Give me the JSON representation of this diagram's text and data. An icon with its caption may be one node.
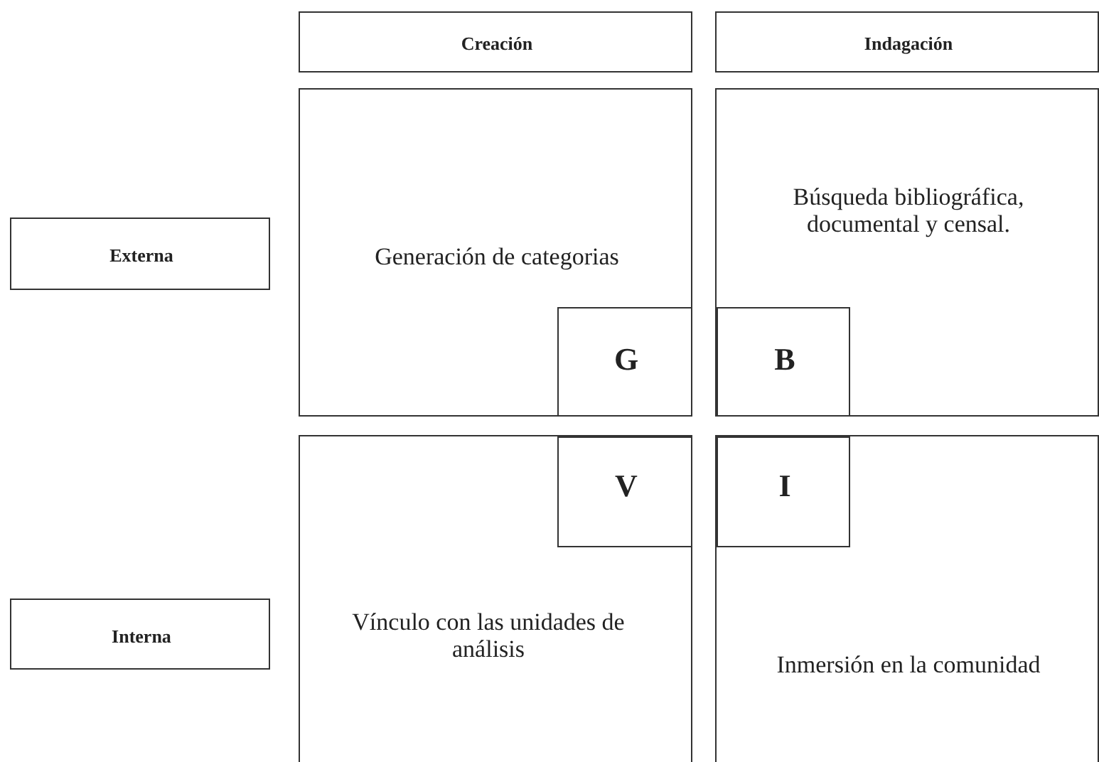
{
  "diagram": {
    "nodes": [
      {
        "text": [
          "Creación"
        ]
      },
      {
        "text": [
          "Indagación"
        ]
      },
      {
        "text": [
          "Externa"
        ]
      },
      {
        "text": [
          "Generación de categorias"
        ]
      },
      {
        "text": [
          "G"
        ],
        "in": 3
      },
      {
        "text": [
          "Búsqueda bibliográfica, documental y censal."
        ]
      },
      {
        "text": [
          "B"
        ],
        "in": 5
      },
      {
        "text": [
          "Interna"
        ]
      },
      {
        "text": [
          "Vínculo con las unidades de análisis"
        ]
      },
      {
        "text": [
          "V"
        ],
        "in": 8
      },
      {
        "text": [
          "Inmersión en la comunidad"
        ]
      },
      {
        "text": [
          "I"
        ],
        "in": 10
      }
    ]
  }
}
